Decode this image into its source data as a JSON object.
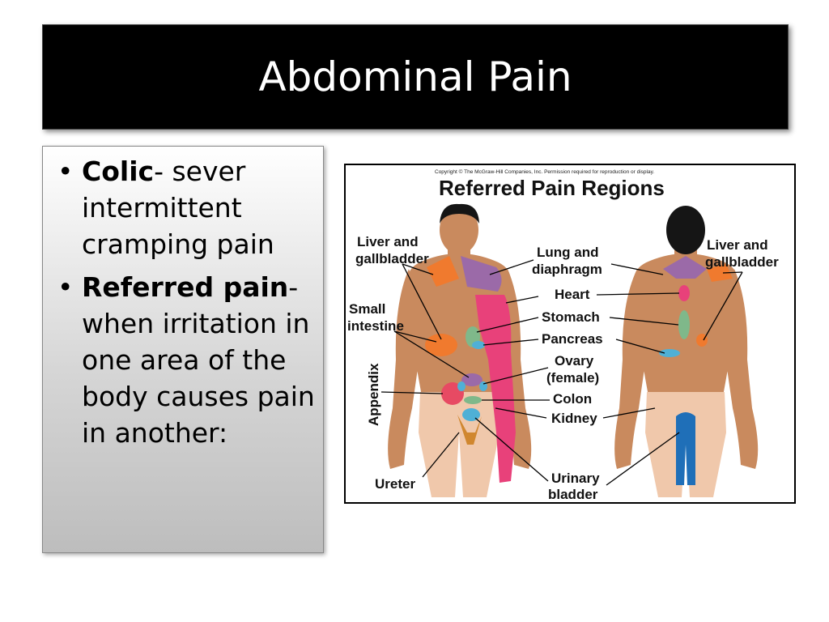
{
  "slide": {
    "title": "Abdominal Pain",
    "bullets": [
      {
        "term": "Colic",
        "text": "- sever intermittent cramping pain"
      },
      {
        "term": "Referred pain",
        "text": "- when irritation in one area of the body causes pain in another:"
      }
    ]
  },
  "figure": {
    "copyright": "Copyright © The McGraw-Hill Companies, Inc. Permission required for reproduction or display.",
    "title": "Referred Pain Regions",
    "labels": {
      "liver_gallbladder_front_1": "Liver and",
      "liver_gallbladder_front_2": "gallbladder",
      "lung_1": "Lung and",
      "lung_2": "diaphragm",
      "liver_gallbladder_back_1": "Liver and",
      "liver_gallbladder_back_2": "gallbladder",
      "small_intestine_1": "Small",
      "small_intestine_2": "intestine",
      "heart": "Heart",
      "stomach": "Stomach",
      "pancreas": "Pancreas",
      "ovary_1": "Ovary",
      "ovary_2": "(female)",
      "colon": "Colon",
      "kidney": "Kidney",
      "appendix": "Appendix",
      "ureter": "Ureter",
      "urinary_1": "Urinary",
      "urinary_2": "bladder"
    },
    "colors": {
      "skin": "#c98a5e",
      "skin_light": "#f0c8ab",
      "liver": "#f07a2e",
      "lung": "#9b6aa8",
      "heart": "#e8417a",
      "stomach": "#7fb88a",
      "pancreas": "#4fb0d6",
      "small_intestine": "#e74a63",
      "kidney": "#1f6fb8",
      "hair": "#151515"
    }
  }
}
